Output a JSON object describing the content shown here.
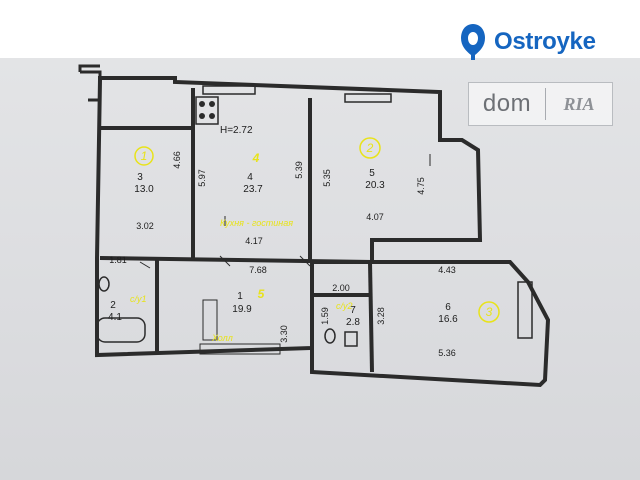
{
  "brand": {
    "ostroyke": "Ostroyke",
    "dom": "dom",
    "ria": "RIA",
    "accent": "#1565c0"
  },
  "plan": {
    "ceiling_height": "H=2.72",
    "kitchen_caption": "Кухня - гостиная",
    "hall_caption": "Холл",
    "bath1_caption": "с/у1",
    "bath2_caption": "с/у2",
    "rooms": [
      {
        "id": "r3",
        "number": "3",
        "area": "13.0",
        "marker": "1"
      },
      {
        "id": "r4",
        "number": "4",
        "area": "23.7",
        "marker": "4"
      },
      {
        "id": "r5",
        "number": "5",
        "area": "20.3",
        "marker": "2"
      },
      {
        "id": "r1",
        "number": "1",
        "area": "19.9",
        "marker": "5"
      },
      {
        "id": "r6",
        "number": "6",
        "area": "16.6",
        "marker": "3"
      },
      {
        "id": "r2",
        "number": "2",
        "area": "4.1"
      },
      {
        "id": "r7",
        "number": "7",
        "area": "2.8"
      }
    ],
    "dimensions": [
      "4.66",
      "3.02",
      "5.97",
      "4.17",
      "5.39",
      "5.35",
      "4.07",
      "4.75",
      "7.68",
      "2.00",
      "4.43",
      "1.81",
      "3.30",
      "1.59",
      "3.28",
      "5.36"
    ],
    "colors": {
      "wall": "#2b2b2b",
      "marker": "#e8e31a"
    }
  }
}
